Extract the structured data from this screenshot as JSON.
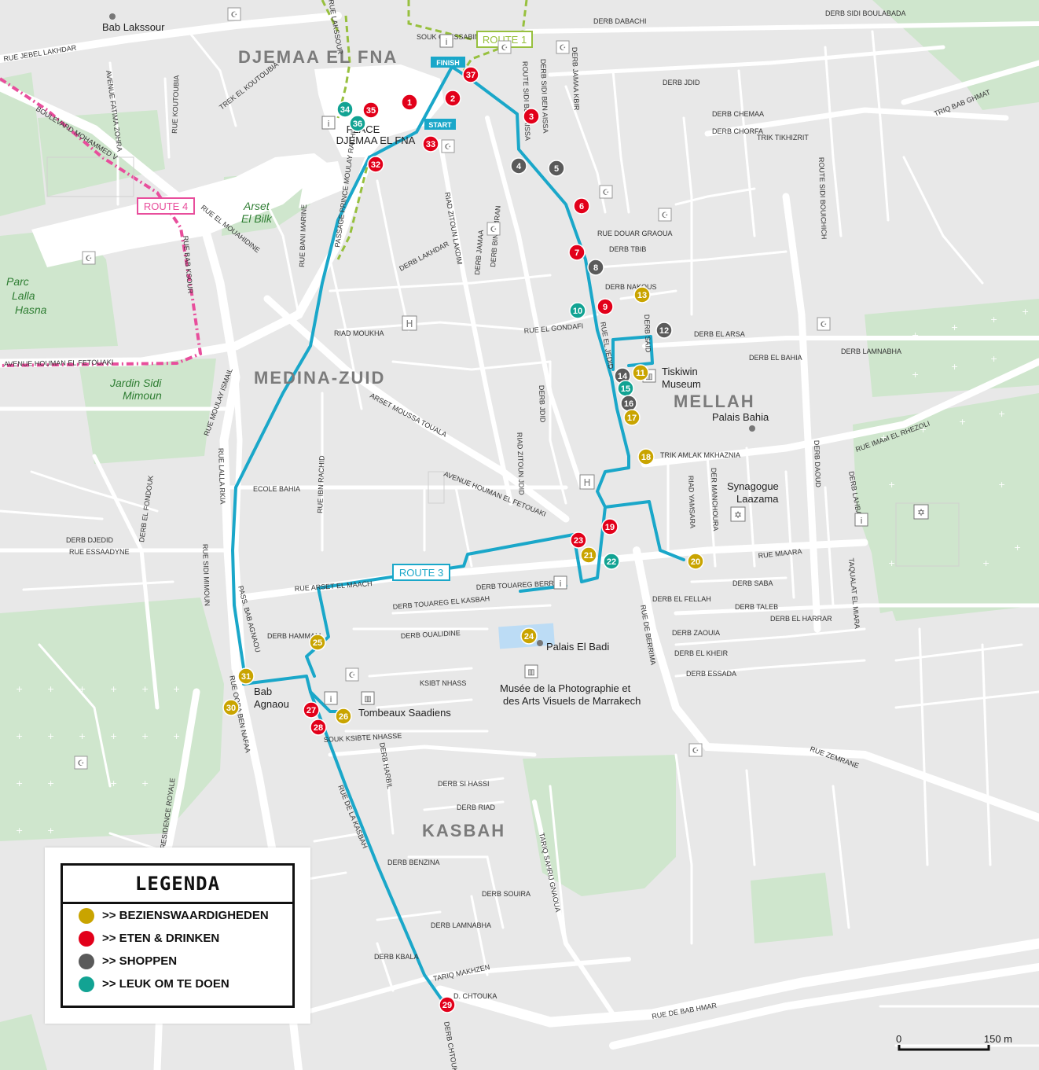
{
  "districts": {
    "djemaa": "DJEMAA EL FNA",
    "medina_zuid": "MEDINA-ZUID",
    "mellah": "MELLAH",
    "kasbah": "KASBAH"
  },
  "place_labels": {
    "bab_lakssour": "Bab Lakssour",
    "arset": "Arset",
    "el_bilk": "El Bilk",
    "parc": "Parc",
    "lalla": "Lalla",
    "hasna": "Hasna",
    "jardin": "Jardin Sidi",
    "mimoun": "Mimoun",
    "place": "PLACE",
    "place2": "DJEMAA EL FNA",
    "tiskiwin1": "Tiskiwin",
    "tiskiwin2": "Museum",
    "palais_bahia": "Palais Bahia",
    "synagogue1": "Synagogue",
    "synagogue2": "Laazama",
    "palais_badi": "Palais El Badi",
    "musee1": "Musée de la Photographie et",
    "musee2": "des Arts Visuels de Marrakech",
    "tombeaux": "Tombeaux Saadiens",
    "bab_agnaou1": "Bab",
    "bab_agnaou2": "Agnaou"
  },
  "route_labels": {
    "route1": "ROUTE 1",
    "route3": "ROUTE 3",
    "route4": "ROUTE 4",
    "start": "START",
    "finish": "FINISH"
  },
  "streets": {
    "jebel_lakhdar": "RUE JEBEL LAKHDAR",
    "fatima_zohra": "AVENUE FATIMA ZOHRA",
    "bd_mohammed": "BOULEVARD MOHAMMED V",
    "koutoubia": "RUE KOUTOUBIA",
    "trek_koutoubia": "TREK EL KOUTOUBIA",
    "el_mouahidine": "RUE EL MOUAHIDINE",
    "bab_ksour": "RUE BAB KSOUR",
    "houman_fetouaki": "AVENUE HOUMAN EL FETOUAKI",
    "moulay_ismail": "RUE MOULAY ISMAIL",
    "bani_marine": "RUE BANI MARINE",
    "passage_prince": "PASSAGE PRINCE MOULAY RACHID",
    "riad_moukha": "RIAD MOUKHA",
    "lakhdar": "DERB LAKHDAR",
    "riad_zitoun_lakdim": "RIAD ZITOUN LAKDIM",
    "derb_jamaa": "DERB JAMAA",
    "bin_omran": "DERB BIN OMRAN",
    "gondafi": "RUE EL GONDAFI",
    "riad_zitoun_jdid": "RIAD ZITOUN JDID",
    "derb_jdid": "DERB JDID",
    "moussa_touala": "ARSET MOUSSA TOUALA",
    "av_houman": "AVENUE HOUMAN EL FETOUAKI",
    "ecole_bahia": "ECOLE BAHIA",
    "ibn_rachid": "RUE IBN RACHID",
    "fondouk": "DERB EL FONDOUK",
    "djedid": "DERB DJEDID",
    "essaadyne": "RUE ESSAADYNE",
    "lalla_rkia": "RUE LALLA RKIA",
    "sidi_mimoun": "RUE SIDI MIMOUN",
    "arset_maach": "RUE ARSET EL MAACH",
    "touareg_berrima": "DERB TOUAREG BERRIMA",
    "touareg_kasbah": "DERB TOUAREG EL KASBAH",
    "oualidine": "DERB OUALIDINE",
    "hammam": "DERB HAMMAM",
    "bab_agnaou": "PASS. BAB AGNAOU",
    "ksibt": "KSIBT NHASS",
    "souk_ksibt": "SOUK KSIBTE NHASSE",
    "harbil": "DERB HARBIL",
    "si_hassi": "DERB SI HASSI",
    "riad": "DERB RIAD",
    "ooba": "RUE OOBA BEN NAFAA",
    "residence": "RESIDENCE ROYALE",
    "kasbah_rue": "RUE DE LA KASBAH",
    "benzina": "DERB BENZINA",
    "souira": "DERB SOUIRA",
    "lamnabha": "DERB LAMNABHA",
    "kbala": "DERB KBALA",
    "tariq_makhzen": "TARIQ MAKHZEN",
    "chtouka": "D. CHTOUKA",
    "derb_chtouka": "DERB CHTOUKA",
    "sahrij": "TARIQ SAHRIJ GNAOUA",
    "bab_hmar": "RUE DE BAB HMAR",
    "fellah": "DERB EL FELLAH",
    "saba": "DERB SABA",
    "taleb": "DERB TALEB",
    "harrar": "DERB EL HARRAR",
    "zaouia": "DERB ZAOUIA",
    "kheir": "DERB EL KHEIR",
    "essada": "DERB ESSADA",
    "berrima": "RUE DE BERRIMA",
    "zemrane": "RUE ZEMRANE",
    "imam_rhezoui": "RUE IMAM EL RHEZOLI",
    "sidi_boulabada": "DERB SIDI BOULABADA",
    "dabachi": "DERB DABACHI",
    "jdid_top": "DERB JDID",
    "chemaa": "DERB CHEMAA",
    "chorfa": "DERB CHORFA",
    "tikhizrit": "TRIK TIKHIZRIT",
    "bab_ghmat": "TRIQ BAB GHMAT",
    "bahia": "DERB EL BAHIA",
    "arsa": "DERB EL ARSA",
    "lamnabha2": "DERB LAMNABHA",
    "mkhaznia": "TRIK AMLAK MKHAZNIA",
    "yamsara": "RIAD YAMSARA",
    "manchoura": "DER MANCHOURA",
    "miaara": "RUE MIAARA",
    "daoud": "DERB DAOUD",
    "sidi_bouichich": "ROUTE SIDI BOUICHICH",
    "taqualat": "TAQUALAT EL MIARA",
    "lahbass": "DERB LAHBASS",
    "route_sidi_ben_aissa": "ROUTE SIDI BEN AISSA",
    "jamaa_kbir": "DERB JAMAA KBIR",
    "souk": "SOUK QUESSABINE",
    "sidi_ben_aissa": "DERB SIDI BEN AISSA",
    "bab_doukkala": "RUE DOUAR GRAOUA",
    "tbib": "DERB TBIB",
    "nakous": "DERB NAKOUS",
    "said": "DERB SAID",
    "el_jedid": "RUE EL JEDID",
    "lakssour": "RUE LAKSSOUR"
  },
  "markers": [
    {
      "n": "1",
      "cat": "eten"
    },
    {
      "n": "2",
      "cat": "eten"
    },
    {
      "n": "3",
      "cat": "eten"
    },
    {
      "n": "4",
      "cat": "shoppen"
    },
    {
      "n": "5",
      "cat": "shoppen"
    },
    {
      "n": "6",
      "cat": "eten"
    },
    {
      "n": "7",
      "cat": "eten"
    },
    {
      "n": "8",
      "cat": "shoppen"
    },
    {
      "n": "9",
      "cat": "eten"
    },
    {
      "n": "10",
      "cat": "leuk"
    },
    {
      "n": "11",
      "cat": "bezien"
    },
    {
      "n": "12",
      "cat": "shoppen"
    },
    {
      "n": "13",
      "cat": "bezien"
    },
    {
      "n": "14",
      "cat": "shoppen"
    },
    {
      "n": "15",
      "cat": "leuk"
    },
    {
      "n": "16",
      "cat": "shoppen"
    },
    {
      "n": "17",
      "cat": "bezien"
    },
    {
      "n": "18",
      "cat": "bezien"
    },
    {
      "n": "19",
      "cat": "eten"
    },
    {
      "n": "20",
      "cat": "bezien"
    },
    {
      "n": "21",
      "cat": "bezien"
    },
    {
      "n": "22",
      "cat": "leuk"
    },
    {
      "n": "23",
      "cat": "eten"
    },
    {
      "n": "24",
      "cat": "bezien"
    },
    {
      "n": "25",
      "cat": "bezien"
    },
    {
      "n": "26",
      "cat": "bezien"
    },
    {
      "n": "27",
      "cat": "eten"
    },
    {
      "n": "28",
      "cat": "eten"
    },
    {
      "n": "29",
      "cat": "eten"
    },
    {
      "n": "30",
      "cat": "bezien"
    },
    {
      "n": "31",
      "cat": "bezien"
    },
    {
      "n": "32",
      "cat": "eten"
    },
    {
      "n": "33",
      "cat": "eten"
    },
    {
      "n": "34",
      "cat": "leuk"
    },
    {
      "n": "35",
      "cat": "eten"
    },
    {
      "n": "36",
      "cat": "leuk"
    },
    {
      "n": "37",
      "cat": "eten"
    }
  ],
  "colors": {
    "bezien": "#c9a400",
    "eten": "#e2001a",
    "shoppen": "#5a5a5a",
    "leuk": "#12a393",
    "route3": "#1aa7c9",
    "route1": "#97c03e",
    "route4": "#e84e9c"
  },
  "legend": {
    "title": "LEGENDA",
    "items": [
      {
        "label": ">> BEZIENSWAARDIGHEDEN",
        "cat": "bezien"
      },
      {
        "label": ">> ETEN & DRINKEN",
        "cat": "eten"
      },
      {
        "label": ">> SHOPPEN",
        "cat": "shoppen"
      },
      {
        "label": ">> LEUK OM TE DOEN",
        "cat": "leuk"
      }
    ]
  },
  "scale": {
    "start": "0",
    "end": "150 m"
  }
}
